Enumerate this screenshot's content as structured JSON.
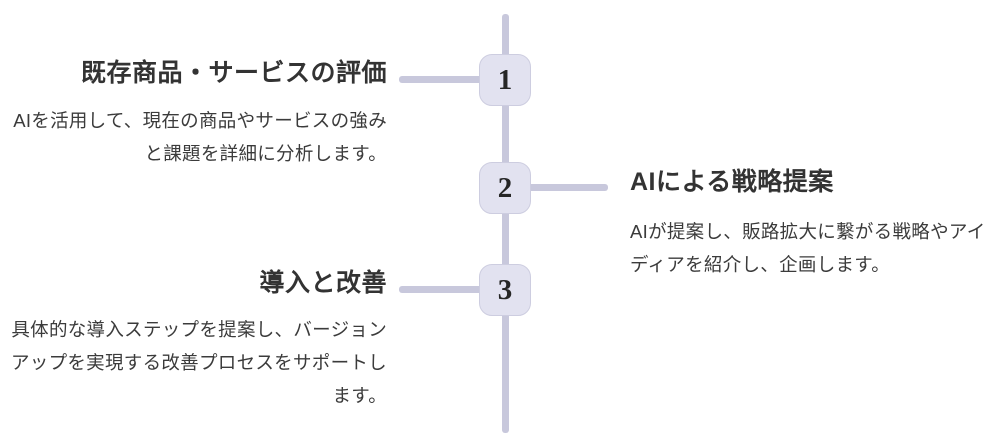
{
  "timeline": {
    "accent_color": "#c8c8dc",
    "node_fill_color": "#e2e2f0",
    "node_border_color": "#cdcde0",
    "heading_color": "#333333",
    "body_color": "#3b3b3b",
    "steps": [
      {
        "number": "1",
        "side": "left",
        "heading": "既存商品・サービスの評価",
        "body": "AIを活用して、現在の商品やサービスの強みと課題を詳細に分析します。"
      },
      {
        "number": "2",
        "side": "right",
        "heading": "AIによる戦略提案",
        "body": "AIが提案し、販路拡大に繋がる戦略やアイディアを紹介し、企画します。"
      },
      {
        "number": "3",
        "side": "left",
        "heading": "導入と改善",
        "body": "具体的な導入ステップを提案し、バージョンアップを実現する改善プロセスをサポートします。"
      }
    ]
  }
}
